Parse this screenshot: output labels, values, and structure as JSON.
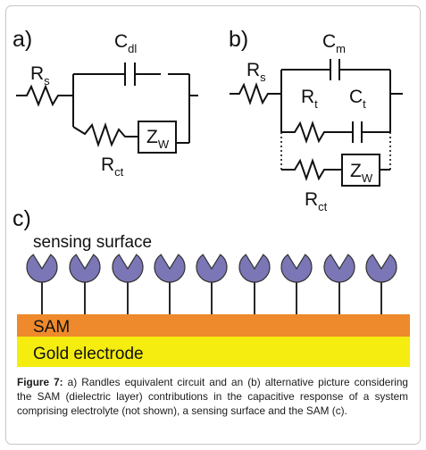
{
  "panels": {
    "a": {
      "label": "a)",
      "rs": "R",
      "rs_sub": "s",
      "cdl": "C",
      "cdl_sub": "dl",
      "rct": "R",
      "rct_sub": "ct",
      "zw": "Z",
      "zw_sub": "W"
    },
    "b": {
      "label": "b)",
      "rs": "R",
      "rs_sub": "s",
      "cm": "C",
      "cm_sub": "m",
      "rt": "R",
      "rt_sub": "t",
      "ct": "C",
      "ct_sub": "t",
      "rct": "R",
      "rct_sub": "ct",
      "zw": "Z",
      "zw_sub": "W"
    },
    "c": {
      "label": "c)",
      "sensing_surface": "sensing surface",
      "sam": "SAM",
      "gold": "Gold electrode"
    }
  },
  "colors": {
    "receptor": "#7b77b6",
    "sam": "#ee8a2c",
    "gold": "#f5ec10",
    "wire": "#111111"
  },
  "caption": {
    "lead": "Figure 7:",
    "text": " a) Randles equivalent circuit and an (b) alternative picture considering the SAM (dielectric layer) contributions in the capacitive response of a system comprising electrolyte (not shown), a sensing surface and the SAM (c)."
  }
}
